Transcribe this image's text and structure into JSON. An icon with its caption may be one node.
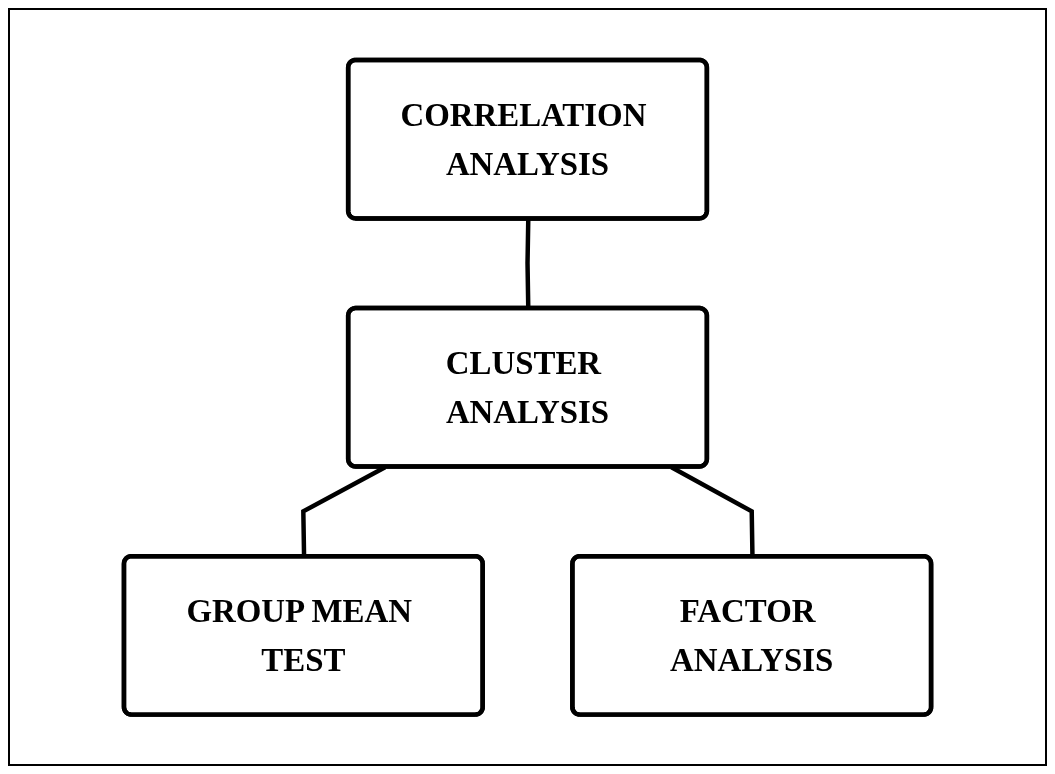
{
  "diagram": {
    "nodes": [
      {
        "text": [
          "CORRELATION ANALYSIS"
        ]
      },
      {
        "text": [
          "CLUSTER ANALYSIS"
        ]
      },
      {
        "text": [
          "GROUP MEAN TEST"
        ]
      },
      {
        "text": [
          "FACTOR ANALYSIS"
        ]
      }
    ],
    "edges": [
      {
        "from": 0,
        "to": 1,
        "arrow": "none"
      },
      {
        "from": 1,
        "to": 2,
        "arrow": "none"
      },
      {
        "from": 1,
        "to": 3,
        "arrow": "none"
      }
    ]
  }
}
